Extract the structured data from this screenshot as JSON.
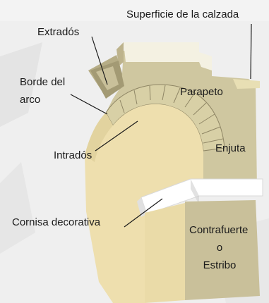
{
  "labels": {
    "superficie": "Superficie de la calzada",
    "extrados": "Extradós",
    "borde_line1": "Borde del",
    "borde_line2": "arco",
    "parapeto": "Parapeto",
    "enjuta": "Enjuta",
    "intrados": "Intradós",
    "cornisa": "Cornisa decorativa",
    "contrafuerte_line1": "Contrafuerte",
    "contrafuerte_line2": "o",
    "contrafuerte_line3": "Estribo"
  },
  "colors": {
    "background": "#ebebeb",
    "stone_wall": "#cfc7a0",
    "stone_wall_dark": "#a39a74",
    "arch_intrados": "#eedfae",
    "voussoir": "#d8d0a6",
    "voussoir_line": "#8f8665",
    "cornice": "#ffffff",
    "parapet_cap": "#f4f1e2",
    "text": "#1a1a1a"
  }
}
